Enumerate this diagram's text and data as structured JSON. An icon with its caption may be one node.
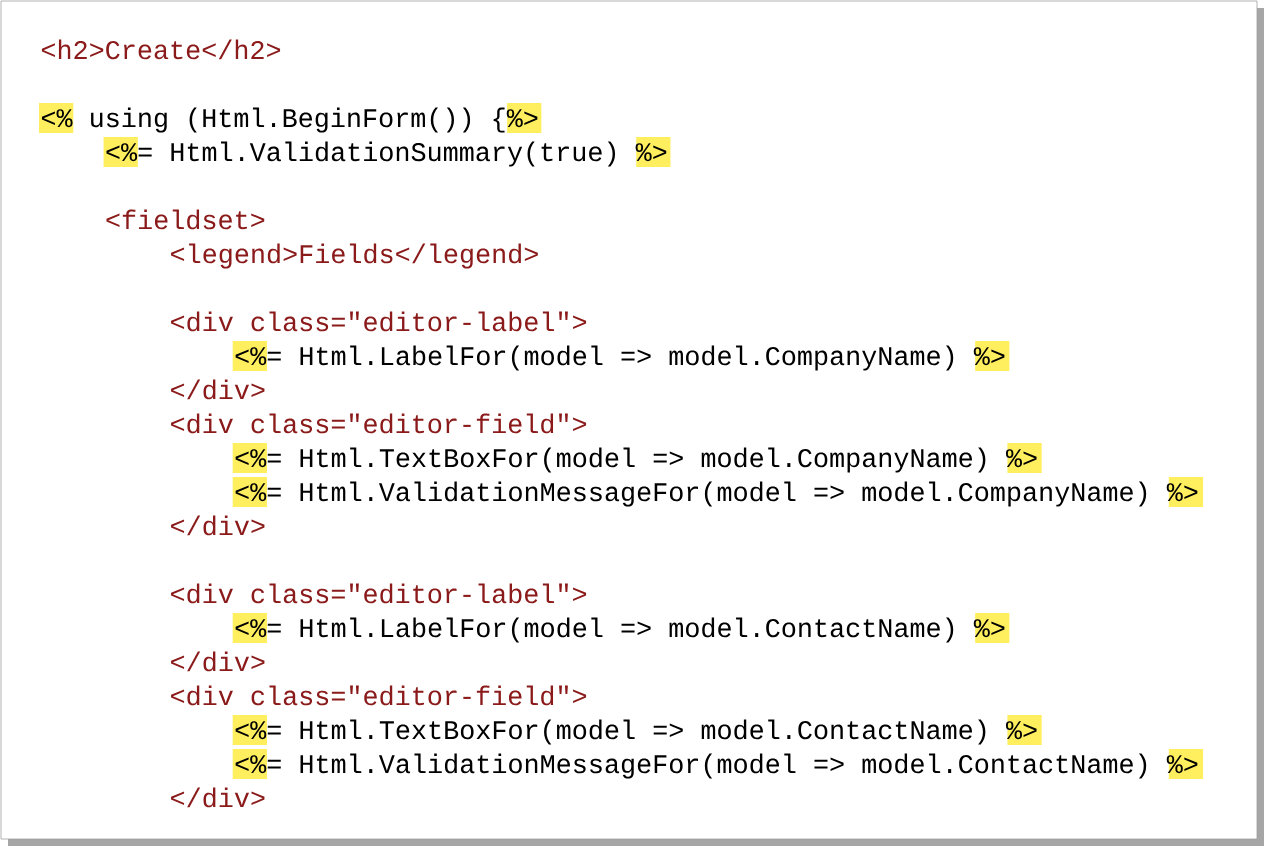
{
  "diagram": {
    "labels": [
      "<h2>Create</h2>",
      "<% using (Html.BeginForm()) {%>",
      "<%= Html.ValidationSummary(true) %>",
      "<fieldset>",
      "<legend>Fields</legend>",
      "<div class=\"editor-label\">",
      "<%= Html.LabelFor(model => model.CompanyName) %>",
      "</div>",
      "<div class=\"editor-field\">",
      "<%= Html.TextBoxFor(model => model.CompanyName) %>",
      "<%= Html.ValidationMessageFor(model => model.CompanyName) %>",
      "</div>",
      "<div class=\"editor-label\">",
      "<%= Html.LabelFor(model => model.ContactName) %>",
      "</div>",
      "<div class=\"editor-field\">",
      "<%= Html.TextBoxFor(model => model.ContactName) %>",
      "<%= Html.ValidationMessageFor(model => model.ContactName) %>",
      "</div>"
    ]
  }
}
